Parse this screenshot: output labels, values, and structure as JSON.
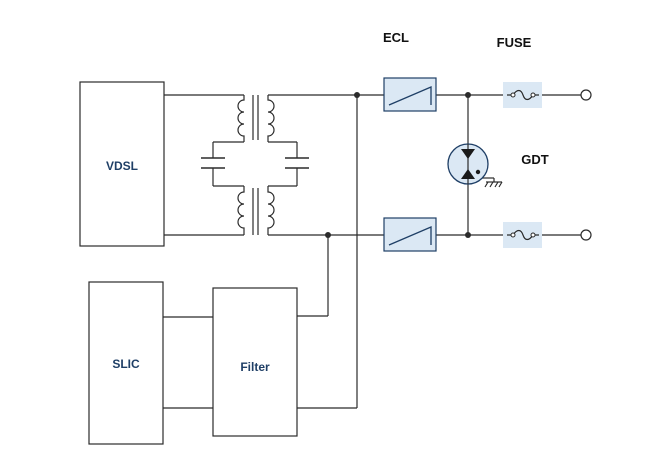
{
  "blocks": {
    "vdsl": "VDSL",
    "slic": "SLIC",
    "filter": "Filter"
  },
  "labels": {
    "ecl": "ECL",
    "fuse": "FUSE",
    "gdt": "GDT"
  },
  "colors": {
    "line": "#2b2b2b",
    "block_text": "#1f3f66",
    "label_text": "#111111",
    "component_fill": "#dbe8f4",
    "component_stroke": "#1f3f66",
    "gdt_fill": "#dbe8f4"
  },
  "icons": {
    "transformer": "transformer-icon",
    "capacitor": "capacitor-icon",
    "ecl": "ecl-icon",
    "fuse": "fuse-icon",
    "gdt": "gas-discharge-tube-icon",
    "ground": "ground-icon",
    "terminal": "terminal-icon"
  }
}
